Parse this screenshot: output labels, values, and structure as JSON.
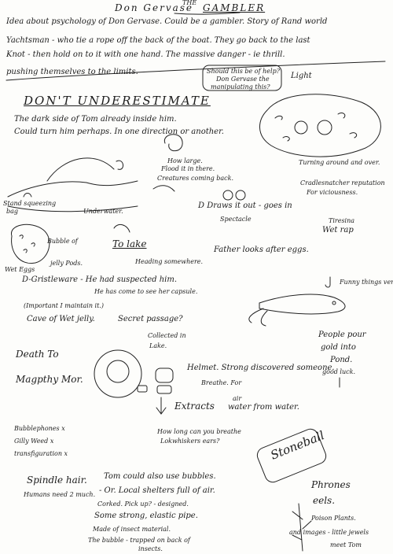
{
  "header": {
    "title_prefix": "Don Gervase",
    "title_the": "THE",
    "title_gambler": "GAMBLER"
  },
  "intro": {
    "line1": "Idea about psychology of Don Gervase. Could be a gambler. Story of Rand world",
    "line2": "Yachtsman - who tie a rope off the back of the boat. They go back to the last",
    "line3": "Knot - then hold on to it with one hand. The massive danger - ie thrill.",
    "line4": "pushing themselves to the limits."
  },
  "boxed_note": {
    "line1": "Should this be of help?",
    "line2": "Don Gervase the",
    "line3": "manipulating this?"
  },
  "light_label": "Light",
  "dont_underestimate": "DON'T UNDERESTIMATE",
  "dark_side": {
    "line1": "The dark side of Tom already inside him.",
    "line2": "Could turn him perhaps. In one direction or another."
  },
  "notes": {
    "how_large": "How large.",
    "flood": "Flood it in there.",
    "creatures": "Creatures coming back.",
    "turning_around": "Turning around and over.",
    "cradle_snatcher": "Cradlesnatcher reputation",
    "for_viciousness": "For viciousness.",
    "draws_it_out": "D Draws it out - goes in",
    "spectacle": "Spectacle",
    "tiresina": "Tiresina",
    "wet_rap": "Wet rap",
    "stand_squeezing": "Stand squeezing",
    "bag": "bag",
    "underwater": "Underwater.",
    "bubble_of": "Bubble of",
    "jelly_pods": "jelly Pods.",
    "wet_eggs": "Wet Eggs",
    "to_lake": "To lake",
    "heading_somewhere": "Heading somewhere.",
    "father_looks": "Father looks after eggs.",
    "d_gristleware": "D-Gristleware - He had suspected him.",
    "come_to_see": "He has come to see her capsule.",
    "important": "(Important I maintain it.)",
    "cave_of_wet_jelly": "Cave of Wet jelly.",
    "secret_passage": "Secret passage?",
    "funny_things": "Funny things very expensive",
    "collected_in": "Collected in",
    "lake": "Lake.",
    "people_pour": "People pour",
    "gold_into": "gold into",
    "pond": "Pond.",
    "good_luck": "good luck.",
    "death_to": "Death To",
    "magpthy": "Magpthy Mor.",
    "helmet": "Helmet. Strong discovered someone.",
    "breathe_for": "Breathe. For",
    "extracts": "Extracts",
    "air": "air",
    "water_from_water": "water from water.",
    "how_long": "How long can you breathe",
    "lokwhiskers": "Lokwhiskers ears?",
    "bubblephones": "Bubblephones x",
    "gilly_weed": "Gilly Weed x",
    "transfiguration": "transfiguration x",
    "spindle_hair": "Spindle hair.",
    "humans_need": "Humans need 2 much.",
    "tom_could": "Tom could also use bubbles.",
    "or_local": "- Or. Local shelters full of air.",
    "corked": "Corked. Pick up? - designed.",
    "some_strong": "Some strong, elastic pipe.",
    "made_of_insect": "Made of insect material.",
    "the_bubble": "The bubble - trapped on back of",
    "insects": "insects.",
    "stoneball": "Stoneball",
    "phrones": "Phrones",
    "eels": "eels.",
    "poison_plants": "Poison Plants.",
    "and_images": "and images - little jewels",
    "meet_tom": "meet Tom"
  }
}
